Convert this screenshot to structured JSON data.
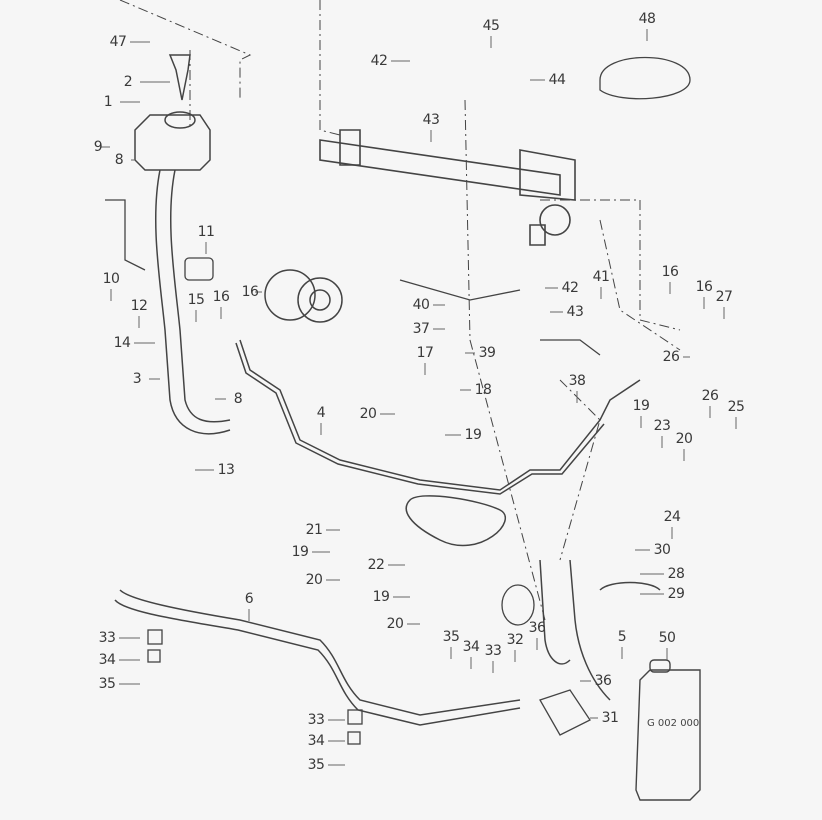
{
  "diagram": {
    "title": "Power steering parts diagram",
    "part_labels": [
      "47",
      "2",
      "1",
      "9",
      "8",
      "11",
      "10",
      "12",
      "15",
      "16",
      "16",
      "14",
      "3",
      "8",
      "13",
      "4",
      "42",
      "43",
      "45",
      "44",
      "48",
      "40",
      "37",
      "39",
      "42",
      "43",
      "41",
      "38",
      "17",
      "18",
      "20",
      "19",
      "16",
      "16",
      "27",
      "26",
      "26",
      "25",
      "19",
      "23",
      "20",
      "24",
      "21",
      "19",
      "20",
      "22",
      "19",
      "20",
      "30",
      "28",
      "29",
      "6",
      "33",
      "34",
      "35",
      "35",
      "34",
      "33",
      "32",
      "36",
      "36",
      "5",
      "31",
      "33",
      "34",
      "35",
      "50"
    ],
    "fluid_can_code": "G 002 000"
  }
}
